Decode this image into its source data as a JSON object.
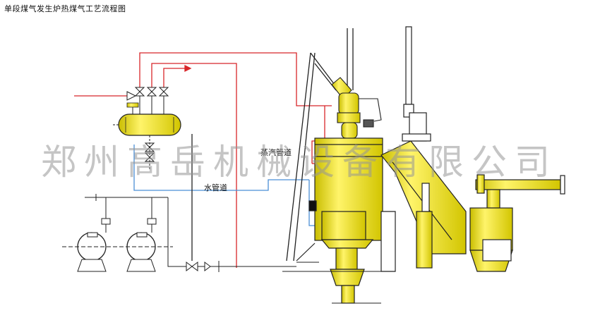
{
  "title": "单段煤气发生炉热煤气工艺流程图",
  "labels": {
    "steam_pipe": "蒸汽管道",
    "water_pipe": "水管道"
  },
  "watermark": "郑州高岳机械设备有限公司",
  "colors": {
    "equipment_yellow": "#f2e600",
    "steam_line": "#d8262a",
    "water_line": "#4b8fd6",
    "outline": "#222222"
  }
}
